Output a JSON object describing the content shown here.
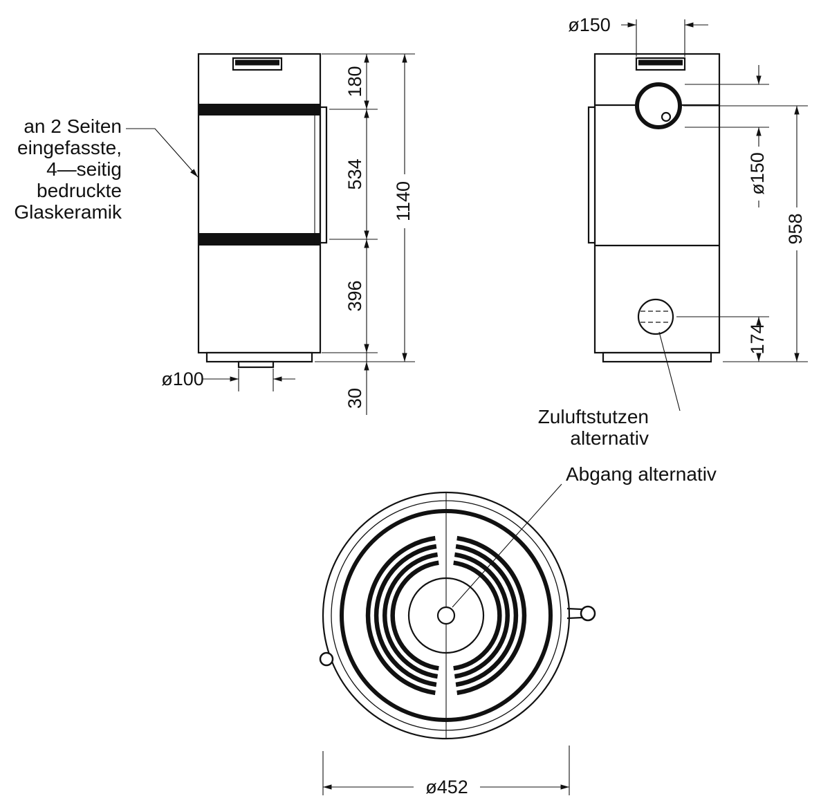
{
  "background": "#ffffff",
  "ink": "#111111",
  "views": {
    "front": {
      "glass_label": [
        "an 2 Seiten",
        "eingefasste,",
        "4—seitig",
        "bedruckte",
        "Glaskeramik"
      ],
      "dims": {
        "top_section": "180",
        "glass_height": "534",
        "lower_section": "396",
        "base_height": "30",
        "total_height": "1140",
        "floor_inlet_diameter": "ø100"
      }
    },
    "side": {
      "air_inlet_label": [
        "Zuluftstutzen",
        "alternativ"
      ],
      "dims": {
        "top_flue_diameter": "ø150",
        "rear_flue_diameter": "ø150",
        "rear_flue_center_height": "958",
        "air_inlet_center_height": "174"
      }
    },
    "top": {
      "outlet_label": "Abgang alternativ",
      "dims": {
        "outer_diameter": "ø452"
      }
    }
  }
}
